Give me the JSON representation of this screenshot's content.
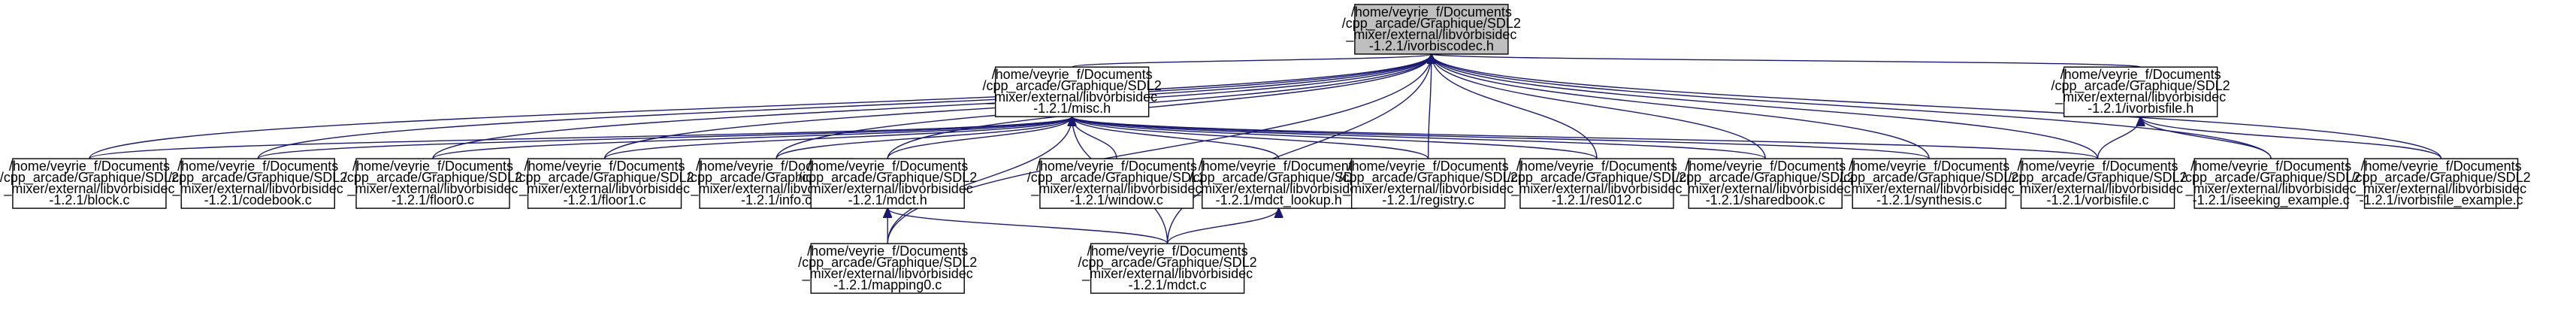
{
  "nodes": [
    {
      "id": "root",
      "lines": [
        "/home/veyrie_f/Documents",
        "/cpp_arcade/Graphique/SDL2",
        "_mixer/external/libvorbisidec",
        "-1.2.1/ivorbiscodec.h"
      ],
      "highlight": true
    },
    {
      "id": "misc_h",
      "lines": [
        "/home/veyrie_f/Documents",
        "/cpp_arcade/Graphique/SDL2",
        "_mixer/external/libvorbisidec",
        "-1.2.1/misc.h"
      ]
    },
    {
      "id": "ivorbisfile_h",
      "lines": [
        "/home/veyrie_f/Documents",
        "/cpp_arcade/Graphique/SDL2",
        "_mixer/external/libvorbisidec",
        "-1.2.1/ivorbisfile.h"
      ]
    },
    {
      "id": "block_c",
      "lines": [
        "/home/veyrie_f/Documents",
        "/cpp_arcade/Graphique/SDL2",
        "_mixer/external/libvorbisidec",
        "-1.2.1/block.c"
      ]
    },
    {
      "id": "codebook_c",
      "lines": [
        "/home/veyrie_f/Documents",
        "/cpp_arcade/Graphique/SDL2",
        "_mixer/external/libvorbisidec",
        "-1.2.1/codebook.c"
      ]
    },
    {
      "id": "floor0_c",
      "lines": [
        "/home/veyrie_f/Documents",
        "/cpp_arcade/Graphique/SDL2",
        "_mixer/external/libvorbisidec",
        "-1.2.1/floor0.c"
      ]
    },
    {
      "id": "floor1_c",
      "lines": [
        "/home/veyrie_f/Documents",
        "/cpp_arcade/Graphique/SDL2",
        "_mixer/external/libvorbisidec",
        "-1.2.1/floor1.c"
      ]
    },
    {
      "id": "info_c",
      "lines": [
        "/home/veyrie_f/Documents",
        "/cpp_arcade/Graphique/SDL2",
        "_mixer/external/libvorbisidec",
        "-1.2.1/info.c"
      ]
    },
    {
      "id": "mdct_h",
      "lines": [
        "/home/veyrie_f/Documents",
        "/cpp_arcade/Graphique/SDL2",
        "_mixer/external/libvorbisidec",
        "-1.2.1/mdct.h"
      ]
    },
    {
      "id": "window_c",
      "lines": [
        "/home/veyrie_f/Documents",
        "/cpp_arcade/Graphique/SDL2",
        "_mixer/external/libvorbisidec",
        "-1.2.1/window.c"
      ]
    },
    {
      "id": "mdct_lookup_h",
      "lines": [
        "/home/veyrie_f/Documents",
        "/cpp_arcade/Graphique/SDL2",
        "_mixer/external/libvorbisidec",
        "-1.2.1/mdct_lookup.h"
      ]
    },
    {
      "id": "registry_c",
      "lines": [
        "/home/veyrie_f/Documents",
        "/cpp_arcade/Graphique/SDL2",
        "_mixer/external/libvorbisidec",
        "-1.2.1/registry.c"
      ]
    },
    {
      "id": "res012_c",
      "lines": [
        "/home/veyrie_f/Documents",
        "/cpp_arcade/Graphique/SDL2",
        "_mixer/external/libvorbisidec",
        "-1.2.1/res012.c"
      ]
    },
    {
      "id": "sharedbook_c",
      "lines": [
        "/home/veyrie_f/Documents",
        "/cpp_arcade/Graphique/SDL2",
        "_mixer/external/libvorbisidec",
        "-1.2.1/sharedbook.c"
      ]
    },
    {
      "id": "synthesis_c",
      "lines": [
        "/home/veyrie_f/Documents",
        "/cpp_arcade/Graphique/SDL2",
        "_mixer/external/libvorbisidec",
        "-1.2.1/synthesis.c"
      ]
    },
    {
      "id": "vorbisfile_c",
      "lines": [
        "/home/veyrie_f/Documents",
        "/cpp_arcade/Graphique/SDL2",
        "_mixer/external/libvorbisidec",
        "-1.2.1/vorbisfile.c"
      ]
    },
    {
      "id": "iseeking_example_c",
      "lines": [
        "/home/veyrie_f/Documents",
        "/cpp_arcade/Graphique/SDL2",
        "_mixer/external/libvorbisidec",
        "-1.2.1/iseeking_example.c"
      ]
    },
    {
      "id": "ivorbisfile_example_c",
      "lines": [
        "/home/veyrie_f/Documents",
        "/cpp_arcade/Graphique/SDL2",
        "_mixer/external/libvorbisidec",
        "-1.2.1/ivorbisfile_example.c"
      ]
    },
    {
      "id": "mapping0_c",
      "lines": [
        "/home/veyrie_f/Documents",
        "/cpp_arcade/Graphique/SDL2",
        "_mixer/external/libvorbisidec",
        "-1.2.1/mapping0.c"
      ]
    },
    {
      "id": "mdct_c",
      "lines": [
        "/home/veyrie_f/Documents",
        "/cpp_arcade/Graphique/SDL2",
        "_mixer/external/libvorbisidec",
        "-1.2.1/mdct.c"
      ]
    }
  ],
  "edges": [
    {
      "from": "misc_h",
      "to": "root"
    },
    {
      "from": "ivorbisfile_h",
      "to": "root"
    },
    {
      "from": "block_c",
      "to": "root"
    },
    {
      "from": "codebook_c",
      "to": "root"
    },
    {
      "from": "floor0_c",
      "to": "root"
    },
    {
      "from": "floor1_c",
      "to": "root"
    },
    {
      "from": "info_c",
      "to": "root"
    },
    {
      "from": "mdct_h",
      "to": "root"
    },
    {
      "from": "registry_c",
      "to": "root"
    },
    {
      "from": "res012_c",
      "to": "root"
    },
    {
      "from": "sharedbook_c",
      "to": "root"
    },
    {
      "from": "synthesis_c",
      "to": "root"
    },
    {
      "from": "vorbisfile_c",
      "to": "root"
    },
    {
      "from": "iseeking_example_c",
      "to": "root"
    },
    {
      "from": "ivorbisfile_example_c",
      "to": "root"
    },
    {
      "from": "mapping0_c",
      "to": "root"
    },
    {
      "from": "mdct_c",
      "to": "root"
    },
    {
      "from": "block_c",
      "to": "misc_h"
    },
    {
      "from": "codebook_c",
      "to": "misc_h"
    },
    {
      "from": "floor0_c",
      "to": "misc_h"
    },
    {
      "from": "floor1_c",
      "to": "misc_h"
    },
    {
      "from": "info_c",
      "to": "misc_h"
    },
    {
      "from": "mdct_h",
      "to": "misc_h"
    },
    {
      "from": "window_c",
      "to": "misc_h"
    },
    {
      "from": "mdct_lookup_h",
      "to": "misc_h"
    },
    {
      "from": "registry_c",
      "to": "misc_h"
    },
    {
      "from": "res012_c",
      "to": "misc_h"
    },
    {
      "from": "sharedbook_c",
      "to": "misc_h"
    },
    {
      "from": "synthesis_c",
      "to": "misc_h"
    },
    {
      "from": "vorbisfile_c",
      "to": "misc_h"
    },
    {
      "from": "mapping0_c",
      "to": "misc_h"
    },
    {
      "from": "mdct_c",
      "to": "misc_h"
    },
    {
      "from": "vorbisfile_c",
      "to": "ivorbisfile_h"
    },
    {
      "from": "iseeking_example_c",
      "to": "ivorbisfile_h"
    },
    {
      "from": "ivorbisfile_example_c",
      "to": "ivorbisfile_h"
    },
    {
      "from": "mapping0_c",
      "to": "mdct_h"
    },
    {
      "from": "mdct_c",
      "to": "mdct_h"
    },
    {
      "from": "mdct_c",
      "to": "mdct_lookup_h"
    }
  ],
  "colors": {
    "edge": "#191970",
    "root_fill": "#bfbfbf",
    "node_fill": "#ffffff",
    "border": "#000000"
  }
}
